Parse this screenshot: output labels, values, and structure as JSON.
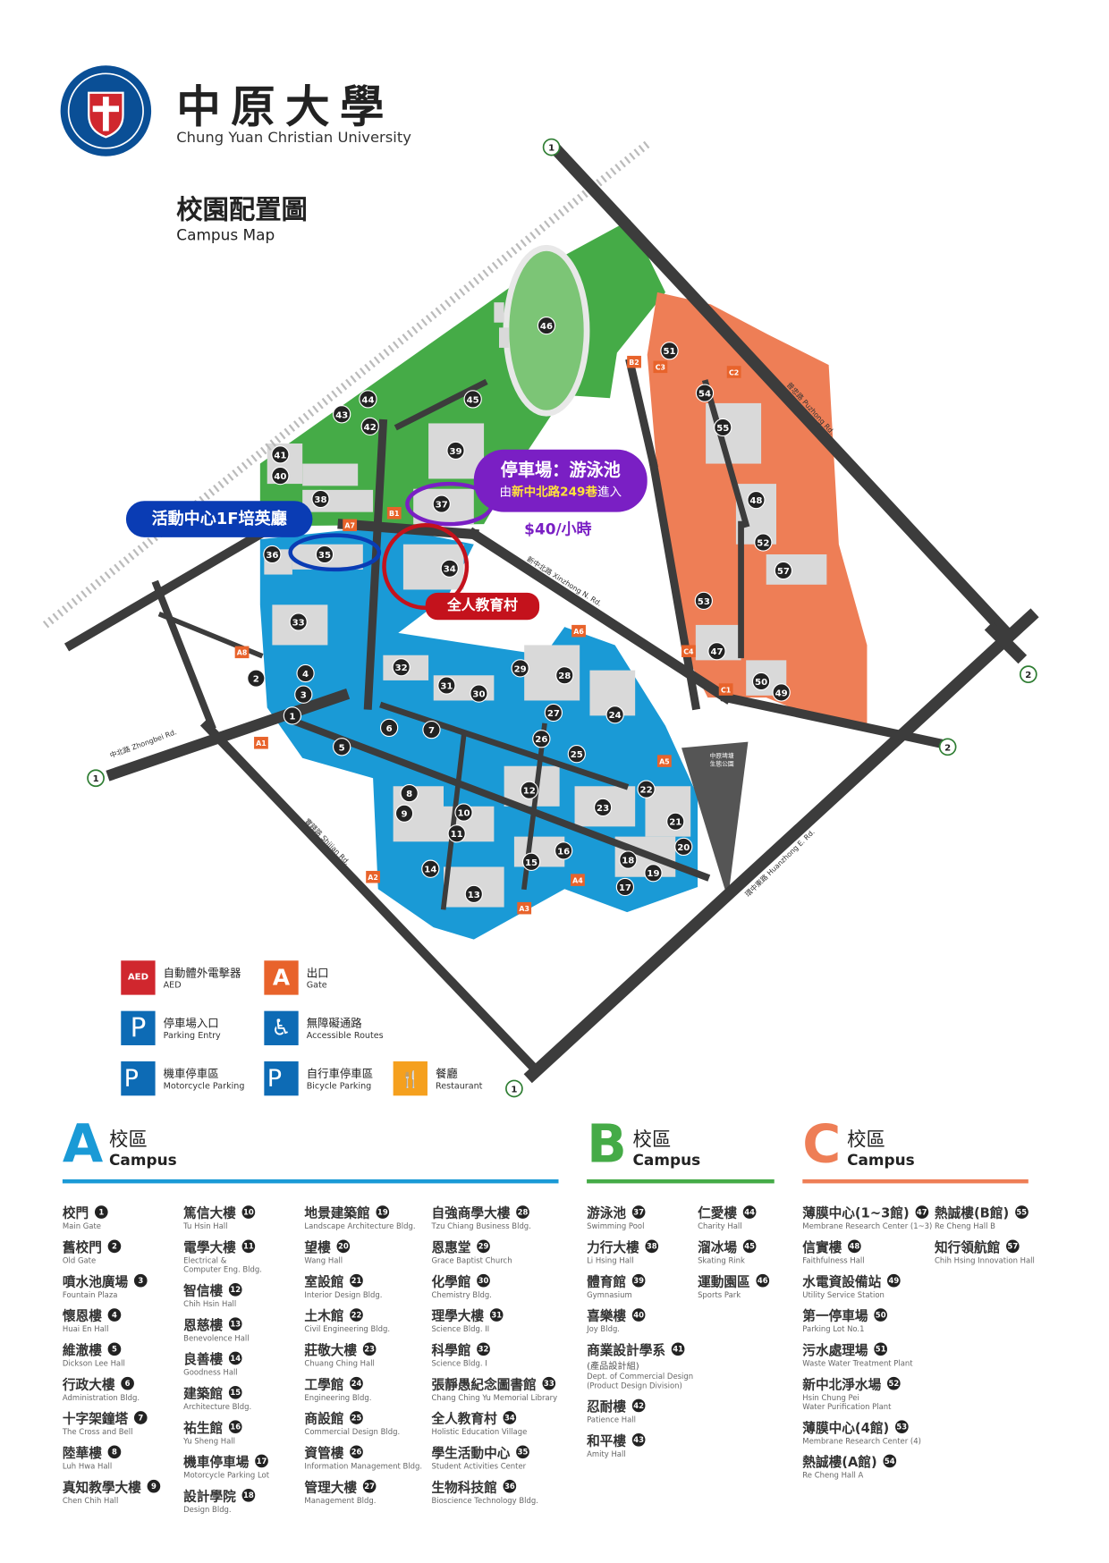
{
  "header": {
    "logo_title": "中原大學",
    "logo_en": "Chung Yuan Christian University",
    "map_title": "校園配置圖",
    "map_subtitle": "Campus Map"
  },
  "colors": {
    "zoneA": "#1a9ad6",
    "zoneB": "#45ab47",
    "zoneC": "#ee7e56",
    "road": "#3c3c3c",
    "aed": "#d0272e",
    "gate": "#e8632b",
    "parking": "#0d6bb5",
    "restaurant": "#f5a01e",
    "annot_blue": "#0a3cb4",
    "annot_purple": "#7a1fc4",
    "annot_red": "#c4121c",
    "annot_yellow": "#ffe33a"
  },
  "annotations": {
    "activity_center": "活動中心1F培英廳",
    "parking_title": "停車場：游泳池",
    "parking_from": "由",
    "parking_road": "新中北路249巷",
    "parking_enter": "進入",
    "parking_price": "$40/小時",
    "holistic": "全人教育村"
  },
  "roads": {
    "xinzhong": "新中北路 Xinzhong N. Rd.",
    "zhongbei": "中北路 Zhongbei Rd.",
    "shijian": "實踐路 Shijian Rd.",
    "huanzhong": "環中東路 Huanzhong E. Rd.",
    "puzhong": "普忠路 Puzhong Rd.",
    "park": "中原埤塘\n生態公園"
  },
  "gates": [
    "A1",
    "A2",
    "A3",
    "A4",
    "A5",
    "A6",
    "A7",
    "A8",
    "B1",
    "B2",
    "C1",
    "C2",
    "C3",
    "C4"
  ],
  "route_markers": [
    "1",
    "1",
    "1",
    "2",
    "2"
  ],
  "map_markers": [
    1,
    2,
    3,
    4,
    5,
    6,
    7,
    8,
    9,
    10,
    11,
    12,
    13,
    14,
    15,
    16,
    17,
    18,
    19,
    20,
    21,
    22,
    23,
    24,
    25,
    26,
    27,
    28,
    29,
    30,
    31,
    32,
    33,
    34,
    35,
    36,
    37,
    38,
    39,
    40,
    41,
    42,
    43,
    44,
    45,
    46,
    47,
    48,
    49,
    50,
    51,
    52,
    53,
    54,
    55,
    57
  ],
  "legend": {
    "aed": {
      "zh": "自動體外電擊器",
      "en": "AED",
      "icon": "AED"
    },
    "gate": {
      "zh": "出口",
      "en": "Gate",
      "icon": "A"
    },
    "parking": {
      "zh": "停車場入口",
      "en": "Parking Entry",
      "icon": "P"
    },
    "accessible": {
      "zh": "無障礙通路",
      "en": "Accessible Routes",
      "icon": "♿"
    },
    "motorcycle": {
      "zh": "機車停車區",
      "en": "Motorcycle Parking",
      "icon": "P"
    },
    "bicycle": {
      "zh": "自行車停車區",
      "en": "Bicycle Parking",
      "icon": "P"
    },
    "restaurant": {
      "zh": "餐廳",
      "en": "Restaurant",
      "icon": "🍴"
    }
  },
  "sections": [
    {
      "letter": "A",
      "zh": "校區",
      "en": "Campus"
    },
    {
      "letter": "B",
      "zh": "校區",
      "en": "Campus"
    },
    {
      "letter": "C",
      "zh": "校區",
      "en": "Campus"
    }
  ],
  "directory": [
    [
      {
        "n": 1,
        "zh": "校門",
        "en": "Main Gate"
      },
      {
        "n": 2,
        "zh": "舊校門",
        "en": "Old Gate"
      },
      {
        "n": 3,
        "zh": "噴水池廣場",
        "en": "Fountain Plaza"
      },
      {
        "n": 4,
        "zh": "懷恩樓",
        "en": "Huai En Hall"
      },
      {
        "n": 5,
        "zh": "維澈樓",
        "en": "Dickson Lee Hall"
      },
      {
        "n": 6,
        "zh": "行政大樓",
        "en": "Administration Bldg."
      },
      {
        "n": 7,
        "zh": "十字架鐘塔",
        "en": "The Cross and Bell"
      },
      {
        "n": 8,
        "zh": "陸華樓",
        "en": "Luh Hwa Hall"
      },
      {
        "n": 9,
        "zh": "真知教學大樓",
        "en": "Chen Chih Hall"
      }
    ],
    [
      {
        "n": 10,
        "zh": "篤信大樓",
        "en": "Tu Hsin Hall"
      },
      {
        "n": 11,
        "zh": "電學大樓",
        "en": "Electrical &\nComputer Eng. Bldg."
      },
      {
        "n": 12,
        "zh": "智信樓",
        "en": "Chih Hsin Hall"
      },
      {
        "n": 13,
        "zh": "恩慈樓",
        "en": "Benevolence Hall"
      },
      {
        "n": 14,
        "zh": "良善樓",
        "en": "Goodness Hall"
      },
      {
        "n": 15,
        "zh": "建築館",
        "en": "Architecture Bldg."
      },
      {
        "n": 16,
        "zh": "祐生館",
        "en": "Yu Sheng Hall"
      },
      {
        "n": 17,
        "zh": "機車停車場",
        "en": "Motorcycle Parking Lot"
      },
      {
        "n": 18,
        "zh": "設計學院",
        "en": "Design Bldg."
      }
    ],
    [
      {
        "n": 19,
        "zh": "地景建築館",
        "en": "Landscape Architecture Bldg."
      },
      {
        "n": 20,
        "zh": "望樓",
        "en": "Wang Hall"
      },
      {
        "n": 21,
        "zh": "室設館",
        "en": "Interior Design Bldg."
      },
      {
        "n": 22,
        "zh": "土木館",
        "en": "Civil Engineering Bldg."
      },
      {
        "n": 23,
        "zh": "莊敬大樓",
        "en": "Chuang Ching Hall"
      },
      {
        "n": 24,
        "zh": "工學館",
        "en": "Engineering Bldg."
      },
      {
        "n": 25,
        "zh": "商設館",
        "en": "Commercial Design Bldg."
      },
      {
        "n": 26,
        "zh": "資管樓",
        "en": "Information Management Bldg."
      },
      {
        "n": 27,
        "zh": "管理大樓",
        "en": "Management Bldg."
      }
    ],
    [
      {
        "n": 28,
        "zh": "自強商學大樓",
        "en": "Tzu Chiang Business Bldg."
      },
      {
        "n": 29,
        "zh": "恩惠堂",
        "en": "Grace Baptist Church"
      },
      {
        "n": 30,
        "zh": "化學館",
        "en": "Chemistry Bldg."
      },
      {
        "n": 31,
        "zh": "理學大樓",
        "en": "Science Bldg. II"
      },
      {
        "n": 32,
        "zh": "科學館",
        "en": "Science Bldg. I"
      },
      {
        "n": 33,
        "zh": "張靜愚紀念圖書館",
        "en": "Chang Ching Yu Memorial Library"
      },
      {
        "n": 34,
        "zh": "全人教育村",
        "en": "Holistic Education Village"
      },
      {
        "n": 35,
        "zh": "學生活動中心",
        "en": "Student Activities Center"
      },
      {
        "n": 36,
        "zh": "生物科技館",
        "en": "Bioscience Technology Bldg."
      }
    ],
    [
      {
        "n": 37,
        "zh": "游泳池",
        "en": "Swimming Pool"
      },
      {
        "n": 38,
        "zh": "力行大樓",
        "en": "Li Hsing Hall"
      },
      {
        "n": 39,
        "zh": "體育館",
        "en": "Gymnasium"
      },
      {
        "n": 40,
        "zh": "喜樂樓",
        "en": "Joy Bldg."
      },
      {
        "n": 41,
        "zh": "商業設計學系",
        "sub": "(產品設計組)",
        "en": "Dept. of Commercial Design\n(Product Design Division)"
      },
      {
        "n": 42,
        "zh": "忍耐樓",
        "en": "Patience Hall"
      },
      {
        "n": 43,
        "zh": "和平樓",
        "en": "Amity Hall"
      }
    ],
    [
      {
        "n": 44,
        "zh": "仁愛樓",
        "en": "Charity Hall"
      },
      {
        "n": 45,
        "zh": "溜冰場",
        "en": "Skating Rink"
      },
      {
        "n": 46,
        "zh": "運動園區",
        "en": "Sports Park"
      }
    ],
    [
      {
        "n": 47,
        "zh": "薄膜中心(1~3館)",
        "en": "Membrane Research Center (1~3)"
      },
      {
        "n": 48,
        "zh": "信實樓",
        "en": "Faithfulness Hall"
      },
      {
        "n": 49,
        "zh": "水電資設備站",
        "en": "Utility Service Station"
      },
      {
        "n": 50,
        "zh": "第一停車場",
        "en": "Parking Lot No.1"
      },
      {
        "n": 51,
        "zh": "污水處理場",
        "en": "Waste Water Treatment Plant"
      },
      {
        "n": 52,
        "zh": "新中北淨水場",
        "en": "Hsin Chung Pei\nWater Purification Plant"
      },
      {
        "n": 53,
        "zh": "薄膜中心(4館)",
        "en": "Membrane Research Center (4)"
      },
      {
        "n": 54,
        "zh": "熱誠樓(A館)",
        "en": "Re Cheng Hall A"
      }
    ],
    [
      {
        "n": 55,
        "zh": "熱誠樓(B館)",
        "en": "Re Cheng Hall B"
      },
      {
        "n": 57,
        "zh": "知行領航館",
        "en": "Chih Hsing Innovation Hall"
      }
    ]
  ]
}
